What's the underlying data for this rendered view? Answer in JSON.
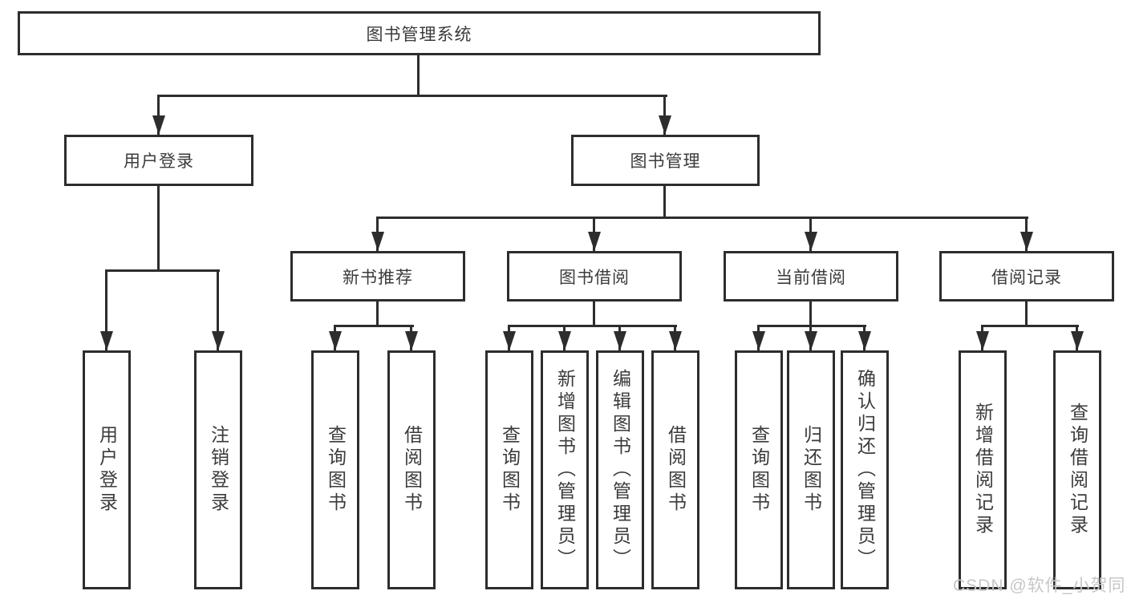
{
  "diagram_type": "hierarchy-tree",
  "title": "图书管理系统",
  "tree": {
    "label": "图书管理系统",
    "children": [
      {
        "label": "用户登录",
        "children": [
          {
            "label": "用户登录"
          },
          {
            "label": "注销登录"
          }
        ]
      },
      {
        "label": "图书管理",
        "children": [
          {
            "label": "新书推荐",
            "children": [
              {
                "label": "查询图书"
              },
              {
                "label": "借阅图书"
              }
            ]
          },
          {
            "label": "图书借阅",
            "children": [
              {
                "label": "查询图书"
              },
              {
                "label": "新增图书（管理员）"
              },
              {
                "label": "编辑图书（管理员）"
              },
              {
                "label": "借阅图书"
              }
            ]
          },
          {
            "label": "当前借阅",
            "children": [
              {
                "label": "查询图书"
              },
              {
                "label": "归还图书"
              },
              {
                "label": "确认归还（管理员）"
              }
            ]
          },
          {
            "label": "借阅记录",
            "children": [
              {
                "label": "新增借阅记录"
              },
              {
                "label": "查询借阅记录"
              }
            ]
          }
        ]
      }
    ]
  },
  "watermark": {
    "text": "CSDN @软件_小贺同学"
  },
  "colors": {
    "line": "#2d2d2d",
    "text": "#3b3b3b",
    "background": "#ffffff",
    "watermark": "#c7c7c7"
  }
}
